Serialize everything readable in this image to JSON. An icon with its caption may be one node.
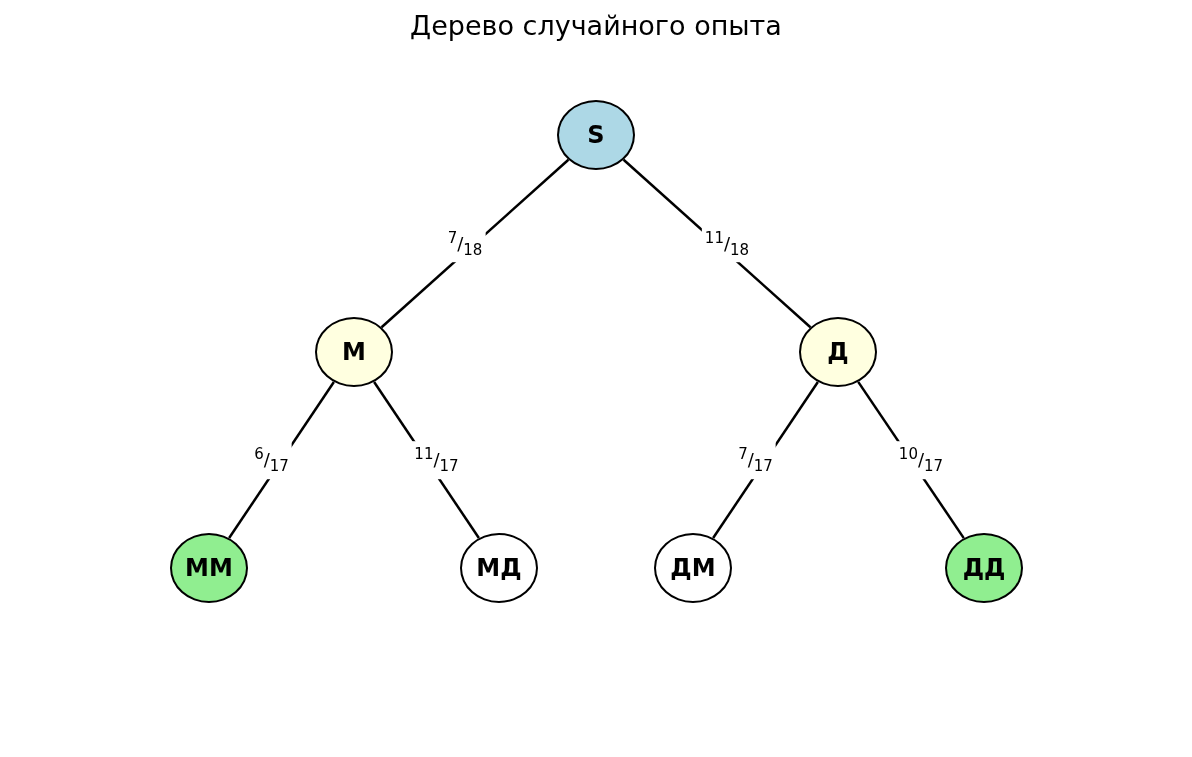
{
  "diagram": {
    "title": "Дерево случайного опыта",
    "nodes": [
      {
        "text": [
          "S"
        ]
      },
      {
        "text": [
          "М"
        ]
      },
      {
        "text": [
          "Д"
        ]
      },
      {
        "text": [
          "ММ"
        ]
      },
      {
        "text": [
          "МД"
        ]
      },
      {
        "text": [
          "ДМ"
        ]
      },
      {
        "text": [
          "ДД"
        ]
      }
    ],
    "edges": [
      {
        "from": 0,
        "to": 1,
        "arrow": "none",
        "label": "$^{7}$/$_{18}$"
      },
      {
        "from": 0,
        "to": 2,
        "arrow": "none",
        "label": "$^{11}$/$_{18}$"
      },
      {
        "from": 1,
        "to": 3,
        "arrow": "none",
        "label": "$^{6}$/$_{17}$"
      },
      {
        "from": 1,
        "to": 4,
        "arrow": "none",
        "label": "$^{11}$/$_{17}$"
      },
      {
        "from": 2,
        "to": 5,
        "arrow": "none",
        "label": "$^{7}$/$_{17}$"
      },
      {
        "from": 2,
        "to": 6,
        "arrow": "none",
        "label": "$^{10}$/$_{17}$"
      }
    ]
  }
}
